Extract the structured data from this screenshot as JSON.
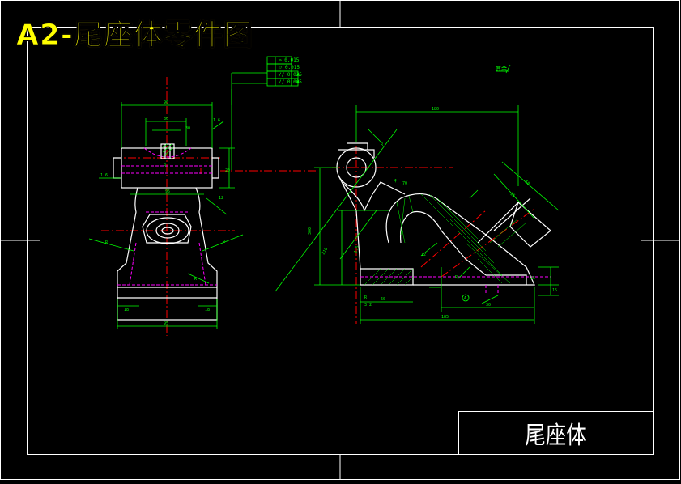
{
  "drawing": {
    "title": "A2-尾座体零件图",
    "part_name": "尾座体",
    "roughness_note": "其余"
  },
  "tolerance_frames": [
    {
      "symbol": "⌓",
      "value": "0.015",
      "ref": ""
    },
    {
      "symbol": "⌭",
      "value": "0.015",
      "ref": ""
    },
    {
      "symbol": "//",
      "value": "0.025",
      "ref": "A"
    },
    {
      "symbol": "//",
      "value": "0.005",
      "ref": "A"
    }
  ],
  "colors": {
    "background": "#000000",
    "frame": "#ffffff",
    "outline": "#ffffff",
    "dimension": "#00ff00",
    "centerline": "#ff0000",
    "hidden": "#ff00ff",
    "hatch": "#00ff00",
    "title": "#ffff00"
  }
}
